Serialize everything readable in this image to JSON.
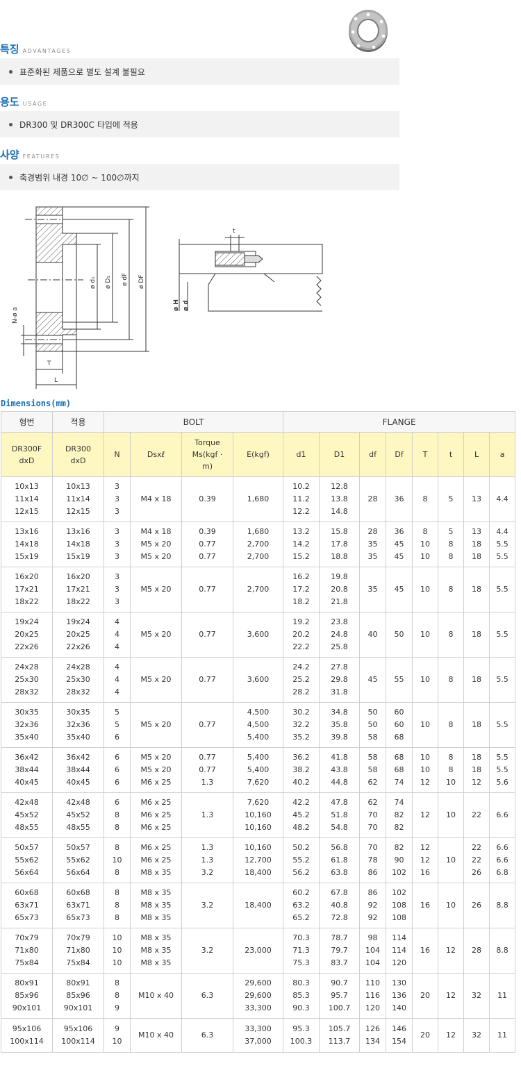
{
  "sections": [
    {
      "title": "특징",
      "subtitle": "ADVANTAGES",
      "text": "표준화된 제품으로 별도 설계 불필요"
    },
    {
      "title": "용도",
      "subtitle": "USAGE",
      "text": "DR300 및 DR300C 타입에 적용"
    },
    {
      "title": "사양",
      "subtitle": "FEATURES",
      "text": "축경범위 내경 10∅ ~ 100∅까지"
    }
  ],
  "drawing_labels": {
    "d1": "ø d₁",
    "D1": "ø D₁",
    "dF": "ø dF",
    "DF": "ø DF",
    "na": "N-ø a",
    "T": "T",
    "L": "L",
    "t": "t",
    "H": "ø H",
    "d": "ø d"
  },
  "dimensions_title": "Dimensions(mm)",
  "table": {
    "group_headers": {
      "model": "형번",
      "apply": "적용",
      "bolt": "BOLT",
      "flange": "FLANGE"
    },
    "sub_headers": {
      "model": "DR300F\ndxD",
      "apply": "DR300\ndxD",
      "N": "N",
      "Dsx": "Dsxℓ",
      "torque": "Torque\nMs(kgf ·\nm)",
      "E": "E(kgf)",
      "d1": "d1",
      "D1": "D1",
      "df": "df",
      "Df": "Df",
      "T": "T",
      "t": "t",
      "L": "L",
      "a": "a"
    },
    "rows": [
      {
        "model": "10x13\n11x14\n12x15",
        "apply": "10x13\n11x14\n12x15",
        "N": "3\n3\n3",
        "ds": "M4 x 18",
        "torque": "0.39",
        "E": "1,680",
        "d1": "10.2\n11.2\n12.2",
        "D1": "12.8\n13.8\n14.8",
        "df": "28",
        "Df": "36",
        "T": "8",
        "t": "5",
        "L": "13",
        "a": "4.4"
      },
      {
        "model": "13x16\n14x18\n15x19",
        "apply": "13x16\n14x18\n15x19",
        "N": "3\n3\n3",
        "ds": "M4 x 18\nM5 x 20\nM5 x 20",
        "torque": "0.39\n0.77\n0.77",
        "E": "1,680\n2,700\n2,700",
        "d1": "13.2\n14.2\n15.2",
        "D1": "15.8\n17.8\n18.8",
        "df": "28\n35\n35",
        "Df": "36\n45\n45",
        "T": "8\n10\n10",
        "t": "5\n8\n8",
        "L": "13\n18\n18",
        "a": "4.4\n5.5\n5.5"
      },
      {
        "model": "16x20\n17x21\n18x22",
        "apply": "16x20\n17x21\n18x22",
        "N": "3\n3\n3",
        "ds": "M5 x 20",
        "torque": "0.77",
        "E": "2,700",
        "d1": "16.2\n17.2\n18.2",
        "D1": "19.8\n20.8\n21.8",
        "df": "35",
        "Df": "45",
        "T": "10",
        "t": "8",
        "L": "18",
        "a": "5.5"
      },
      {
        "model": "19x24\n20x25\n22x26",
        "apply": "19x24\n20x25\n22x26",
        "N": "4\n4\n4",
        "ds": "M5 x 20",
        "torque": "0.77",
        "E": "3,600",
        "d1": "19.2\n20.2\n22.2",
        "D1": "23.8\n24.8\n25.8",
        "df": "40",
        "Df": "50",
        "T": "10",
        "t": "8",
        "L": "18",
        "a": "5.5"
      },
      {
        "model": "24x28\n25x30\n28x32",
        "apply": "24x28\n25x30\n28x32",
        "N": "4\n4\n4",
        "ds": "M5 x 20",
        "torque": "0.77",
        "E": "3,600",
        "d1": "24.2\n25.2\n28.2",
        "D1": "27.8\n29.8\n31.8",
        "df": "45",
        "Df": "55",
        "T": "10",
        "t": "8",
        "L": "18",
        "a": "5.5"
      },
      {
        "model": "30x35\n32x36\n35x40",
        "apply": "30x35\n32x36\n35x40",
        "N": "5\n5\n6",
        "ds": "M5 x 20",
        "torque": "0.77",
        "E": "4,500\n4,500\n5,400",
        "d1": "30.2\n32.2\n35.2",
        "D1": "34.8\n35.8\n39.8",
        "df": "50\n50\n58",
        "Df": "60\n60\n68",
        "T": "10",
        "t": "8",
        "L": "18",
        "a": "5.5"
      },
      {
        "model": "36x42\n38x44\n40x45",
        "apply": "36x42\n38x44\n40x45",
        "N": "6\n6\n6",
        "ds": "M5 x 20\nM5 x 20\nM6 x 25",
        "torque": "0.77\n0.77\n1.3",
        "E": "5,400\n5,400\n7,620",
        "d1": "36.2\n38.2\n40.2",
        "D1": "41.8\n43.8\n44.8",
        "df": "58\n58\n62",
        "Df": "68\n68\n74",
        "T": "10\n10\n12",
        "t": "8\n8\n10",
        "L": "18\n18\n12",
        "a": "5.5\n5.5\n5.6"
      },
      {
        "model": "42x48\n45x52\n48x55",
        "apply": "42x48\n45x52\n48x55",
        "N": "6\n8\n8",
        "ds": "M6 x 25\nM6 x 25\nM6 x 25",
        "torque": "1.3",
        "E": "7,620\n10,160\n10,160",
        "d1": "42.2\n45.2\n48.2",
        "D1": "47.8\n51.8\n54.8",
        "df": "62\n70\n70",
        "Df": "74\n82\n82",
        "T": "12",
        "t": "10",
        "L": "22",
        "a": "6.6"
      },
      {
        "model": "50x57\n55x62\n56x64",
        "apply": "50x57\n55x62\n56x64",
        "N": "8\n10\n8",
        "ds": "M6 x 25\nM6 x 25\nM8 x 35",
        "torque": "1.3\n1.3\n3.2",
        "E": "10,160\n12,700\n18,400",
        "d1": "50.2\n55.2\n56.2",
        "D1": "56.8\n61.8\n63.8",
        "df": "70\n78\n86",
        "Df": "82\n90\n102",
        "T": "12\n12\n16",
        "t": "10",
        "L": "22\n22\n26",
        "a": "6.6\n6.6\n6.8"
      },
      {
        "model": "60x68\n63x71\n65x73",
        "apply": "60x68\n63x71\n65x73",
        "N": "8\n8\n8",
        "ds": "M8 x 35\nM8 x 35\nM8 x 35",
        "torque": "3.2",
        "E": "18,400",
        "d1": "60.2\n63.2\n65.2",
        "D1": "67.8\n40.8\n72.8",
        "df": "86\n92\n92",
        "Df": "102\n108\n108",
        "T": "16",
        "t": "10",
        "L": "26",
        "a": "8.8"
      },
      {
        "model": "70x79\n71x80\n75x84",
        "apply": "70x79\n71x80\n75x84",
        "N": "10\n10\n10",
        "ds": "M8 x 35\nM8 x 35\nM8 x 35",
        "torque": "3.2",
        "E": "23,000",
        "d1": "70.3\n71.3\n75.3",
        "D1": "78.7\n79.7\n83.7",
        "df": "98\n104\n104",
        "Df": "114\n114\n120",
        "T": "16",
        "t": "12",
        "L": "28",
        "a": "8.8"
      },
      {
        "model": "80x91\n85x96\n90x101",
        "apply": "80x91\n85x96\n90x101",
        "N": "8\n8\n9",
        "ds": "M10 x 40",
        "torque": "6.3",
        "E": "29,600\n29,600\n33,300",
        "d1": "80.3\n85.3\n90.3",
        "D1": "90.7\n95.7\n100.7",
        "df": "110\n116\n120",
        "Df": "130\n136\n140",
        "T": "20",
        "t": "12",
        "L": "32",
        "a": "11"
      },
      {
        "model": "95x106\n100x114",
        "apply": "95x106\n100x114",
        "N": "9\n10",
        "ds": "M10 x 40",
        "torque": "6.3",
        "E": "33,300\n37,000",
        "d1": "95.3\n100.3",
        "D1": "105.7\n113.7",
        "df": "126\n134",
        "Df": "146\n154",
        "T": "20",
        "t": "12",
        "L": "32",
        "a": "11"
      }
    ]
  }
}
